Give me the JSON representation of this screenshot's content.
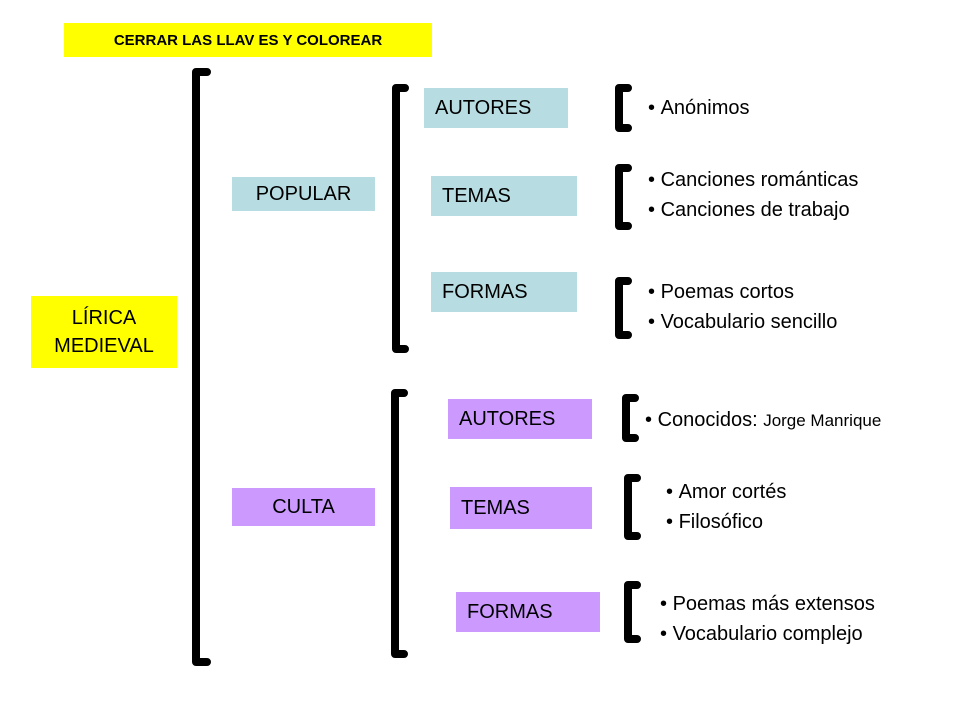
{
  "title": "CERRAR LAS LLAV ES Y COLOREAR",
  "root": {
    "line1": "LÍRICA",
    "line2": "MEDIEVAL"
  },
  "popular": {
    "label": "POPULAR",
    "autores": {
      "label": "AUTORES",
      "items": [
        "Anónimos"
      ]
    },
    "temas": {
      "label": "TEMAS",
      "items": [
        "Canciones románticas",
        "Canciones de trabajo"
      ]
    },
    "formas": {
      "label": "FORMAS",
      "items": [
        "Poemas cortos",
        "Vocabulario sencillo"
      ]
    }
  },
  "culta": {
    "label": "CULTA",
    "autores": {
      "label": "AUTORES",
      "item_main": "Conocidos:",
      "item_detail": "Jorge Manrique"
    },
    "temas": {
      "label": "TEMAS",
      "items": [
        "Amor cortés",
        "Filosófico"
      ]
    },
    "formas": {
      "label": "FORMAS",
      "items": [
        "Poemas más extensos",
        "Vocabulario complejo"
      ]
    }
  },
  "colors": {
    "yellow": "#ffff00",
    "blue": "#b7dde2",
    "purple": "#cc99ff"
  }
}
